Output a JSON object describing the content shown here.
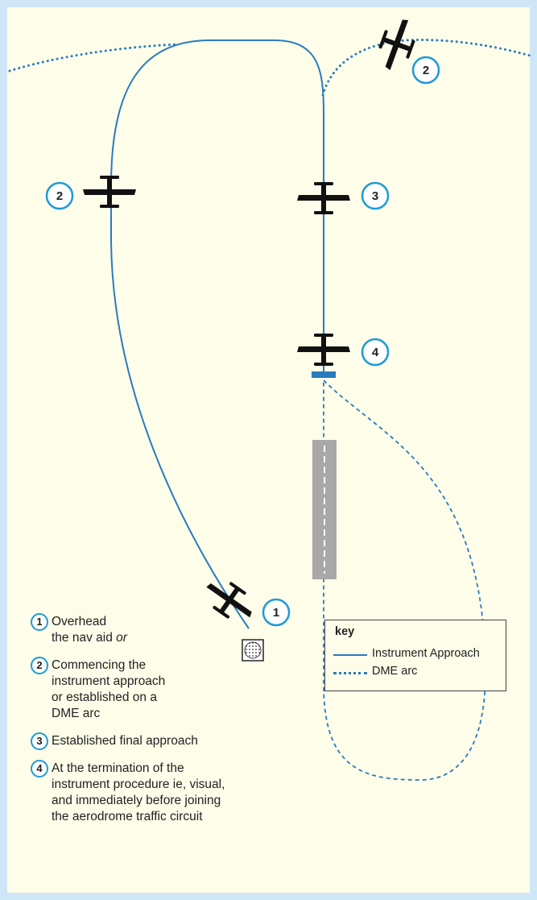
{
  "markers": {
    "dme_arc_aircraft": "2",
    "left_aircraft": "2",
    "final_approach_aircraft": "3",
    "termination_aircraft": "4",
    "overhead_aircraft": "1"
  },
  "legend": [
    {
      "num": "1",
      "text": "Overhead\nthe nav aid",
      "suffix": "or"
    },
    {
      "num": "2",
      "text": "Commencing the\ninstrument approach\nor established on a\nDME arc",
      "suffix": ""
    },
    {
      "num": "3",
      "text": "Established final approach",
      "suffix": ""
    },
    {
      "num": "4",
      "text": "At the termination of the\ninstrument procedure ie, visual,\nand immediately before joining\nthe aerodrome traffic circuit",
      "suffix": ""
    }
  ],
  "key": {
    "title": "key",
    "instrument_approach": "Instrument Approach",
    "dme_arc": "DME arc"
  },
  "colors": {
    "border": "#cfe6f7",
    "panel": "#fdfde9",
    "path": "#2a7bbf",
    "bubble_ring": "#1e9bd7",
    "aircraft": "#111111",
    "runway": "#a8a8a8"
  }
}
